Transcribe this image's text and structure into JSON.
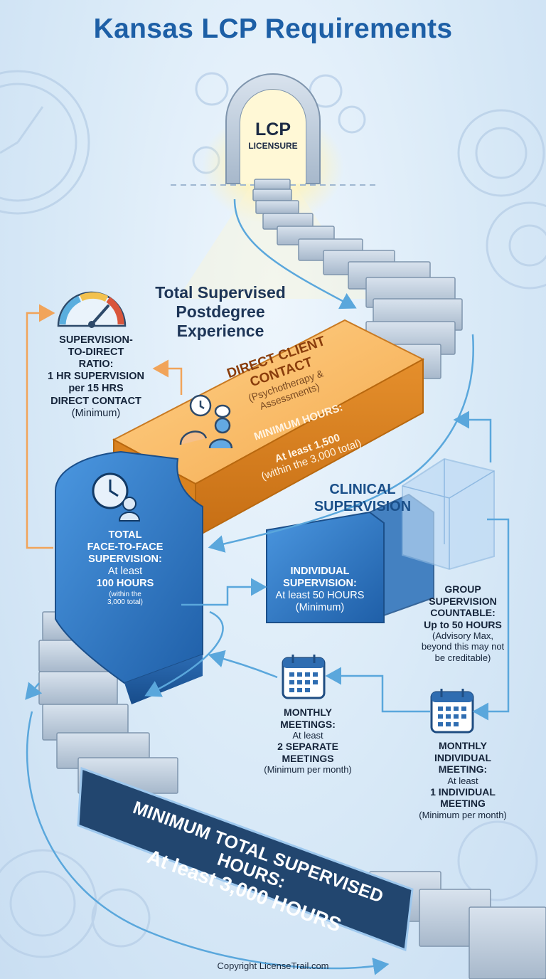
{
  "title": "Kansas LCP Requirements",
  "arch": {
    "line1": "LCP",
    "line2": "LICENSURE"
  },
  "experience_heading": [
    "Total Supervised",
    "Postdegree",
    "Experience"
  ],
  "ratio": {
    "lines": [
      "SUPERVISION-",
      "TO-DIRECT",
      "RATIO:",
      "1 HR SUPERVISION",
      "per 15 HRS",
      "DIRECT CONTACT"
    ],
    "note": "(Minimum)"
  },
  "direct_client_contact": {
    "heading": [
      "DIRECT CLIENT",
      "CONTACT"
    ],
    "sub": [
      "(Psychotherapy &",
      "Assessments)"
    ],
    "min_label": "MINIMUM HOURS:",
    "min_value": "At least 1,500",
    "min_note": "(within the 3,000 total)"
  },
  "face_to_face": {
    "lines": [
      "TOTAL",
      "FACE-TO-FACE",
      "SUPERVISION:"
    ],
    "at_least": "At least",
    "value": "100 HOURS",
    "note": [
      "(within the",
      "3,000 total)"
    ]
  },
  "clinical_supervision": [
    "CLINICAL",
    "SUPERVISION"
  ],
  "individual": {
    "lines": [
      "INDIVIDUAL",
      "SUPERVISION:"
    ],
    "value": "At least 50 HOURS",
    "note": "(Minimum)"
  },
  "group": {
    "lines": [
      "GROUP",
      "SUPERVISION",
      "COUNTABLE:"
    ],
    "value": "Up to 50 HOURS",
    "note": [
      "(Advisory Max,",
      "beyond this may not",
      "be creditable)"
    ]
  },
  "monthly_meetings": {
    "lines": [
      "MONTHLY",
      "MEETINGS:"
    ],
    "at_least": "At least",
    "value": "2 SEPARATE",
    "value2": "MEETINGS",
    "note": "(Minimum per month)"
  },
  "monthly_individual": {
    "lines": [
      "MONTHLY",
      "INDIVIDUAL",
      "MEETING:"
    ],
    "at_least": "At least",
    "value": "1 INDIVIDUAL",
    "value2": "MEETING",
    "note": "(Minimum per month)"
  },
  "banner": {
    "line1": "MINIMUM TOTAL SUPERVISED HOURS:",
    "line2": "At least 3,000 HOURS"
  },
  "copyright": "Copyright LicenseTrail.com",
  "colors": {
    "title": "#1d5fa6",
    "orange": "#f0a341",
    "blue": "#2f78c4",
    "arrow_blue": "#5aa7dc",
    "arrow_orange": "#f1a45a",
    "banner": "#22466f"
  }
}
